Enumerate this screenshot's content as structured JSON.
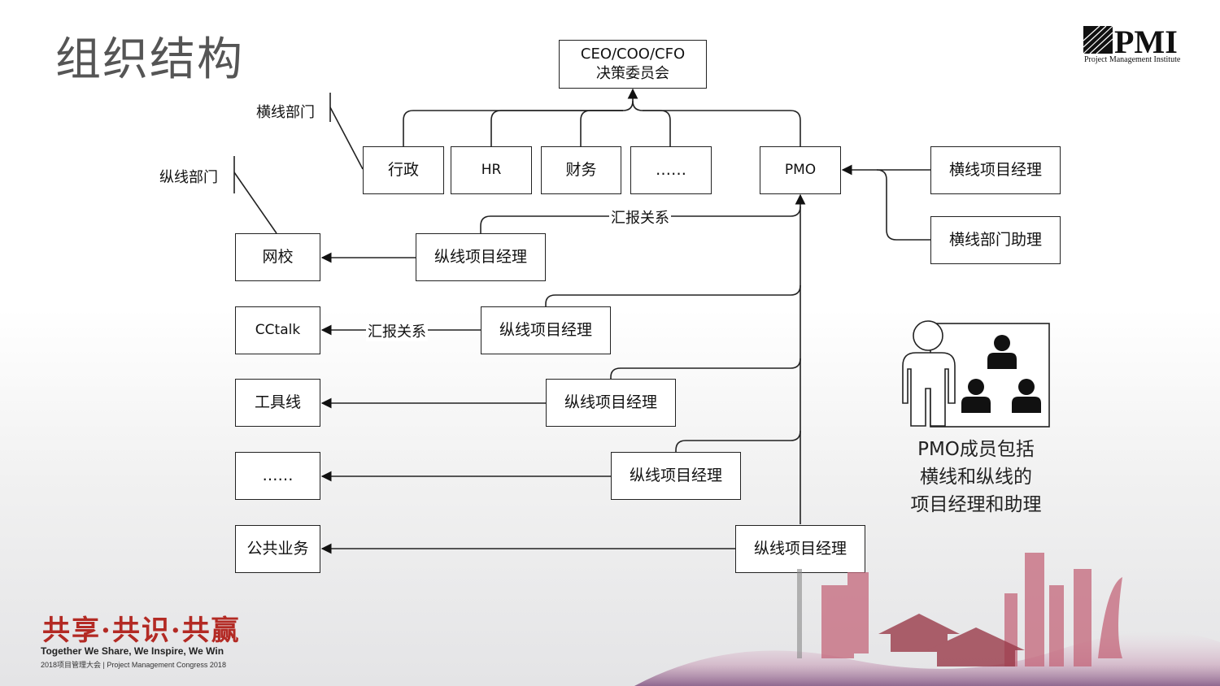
{
  "title": "组织结构",
  "logo": {
    "brand": "PMI",
    "subtitle": "Project Management Institute"
  },
  "diagram": {
    "top": {
      "line1": "CEO/COO/CFO",
      "line2": "决策委员会"
    },
    "horizontal_depts": [
      "行政",
      "HR",
      "财务",
      "……"
    ],
    "pmo": "PMO",
    "horizontal_pm": "横线项目经理",
    "horizontal_assistant": "横线部门助理",
    "callout_horizontal": "横线部门",
    "callout_vertical": "纵线部门",
    "vertical_depts": [
      "网校",
      "CCtalk",
      "工具线",
      "……",
      "公共业务"
    ],
    "vertical_pms": [
      "纵线项目经理",
      "纵线项目经理",
      "纵线项目经理",
      "纵线项目经理",
      "纵线项目经理"
    ],
    "report_label_1": "汇报关系",
    "report_label_2": "汇报关系"
  },
  "pmo_note": [
    "PMO成员包括",
    "横线和纵线的",
    "项目经理和助理"
  ],
  "footer": {
    "slogan": "共享·共识·共赢",
    "english": "Together We Share, We Inspire, We Win",
    "small": "2018项目管理大会 | Project Management Congress 2018"
  },
  "colors": {
    "title": "#555555",
    "slogan": "#b32a24",
    "line": "#222222"
  },
  "icons": [
    "pmi-logo",
    "people-icon",
    "skyline-illustration"
  ]
}
